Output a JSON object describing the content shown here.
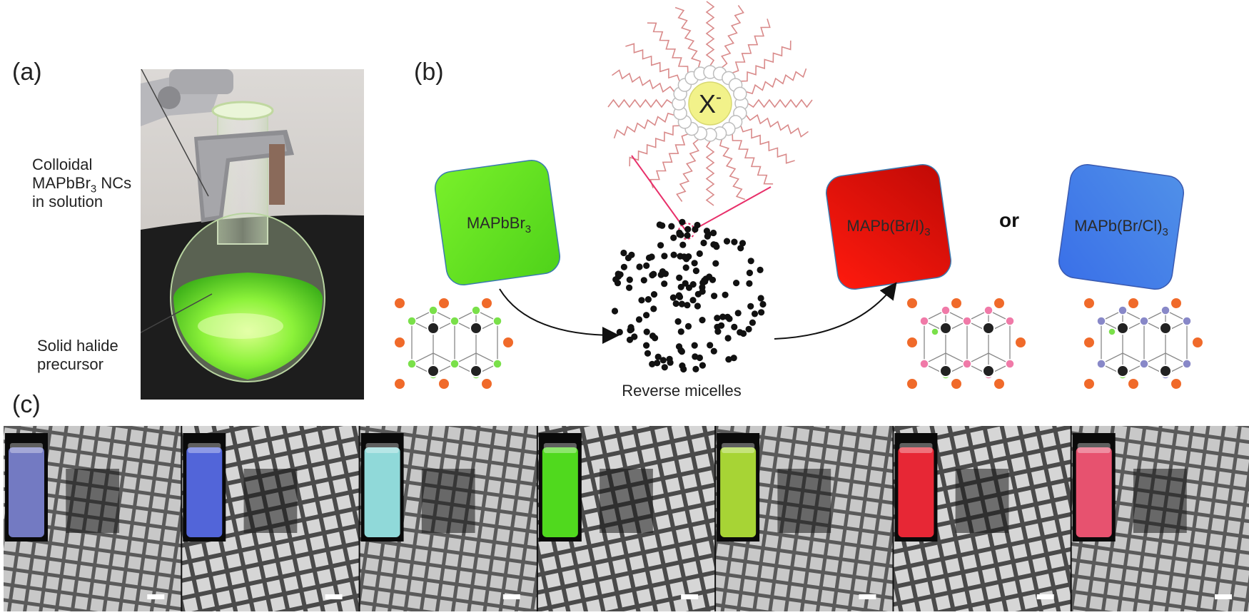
{
  "panels": {
    "a": "(a)",
    "b": "(b)",
    "c": "(c)"
  },
  "panel_a": {
    "callout_top": {
      "line1": "Colloidal",
      "line2_prefix": "MAPbBr",
      "line2_sub": "3",
      "line2_suffix": " NCs",
      "line3": "in solution"
    },
    "callout_bottom": {
      "line1": "Solid halide",
      "line2": "precursor"
    }
  },
  "panel_b": {
    "source_box": {
      "text": "MAPbBr",
      "sub": "3",
      "color": "#5fe21a"
    },
    "micelle_ion": {
      "text": "X",
      "sup": "-"
    },
    "micelle_caption": "Reverse micelles",
    "product_red": {
      "text": "MAPb(Br/I)",
      "sub": "3",
      "color": "#e8120c"
    },
    "connector": "or",
    "product_blue": {
      "text": "MAPb(Br/Cl)",
      "sub": "3",
      "color": "#3a77e0"
    }
  },
  "panel_c": {
    "vial_colors": [
      "#7e86d6",
      "#5a6ff0",
      "#9ff0f0",
      "#58f020",
      "#b8ea3a",
      "#ff2a3a",
      "#ff5a7a"
    ]
  },
  "colors": {
    "solution_green": "#7df24a",
    "stage_dark": "#222222",
    "ligand": "#d98a8a",
    "callout_line": "#e8306a",
    "atom_orange": "#f06a2a",
    "atom_green": "#7ae04a",
    "atom_pink": "#f07aa8",
    "atom_purple": "#8888c8"
  }
}
